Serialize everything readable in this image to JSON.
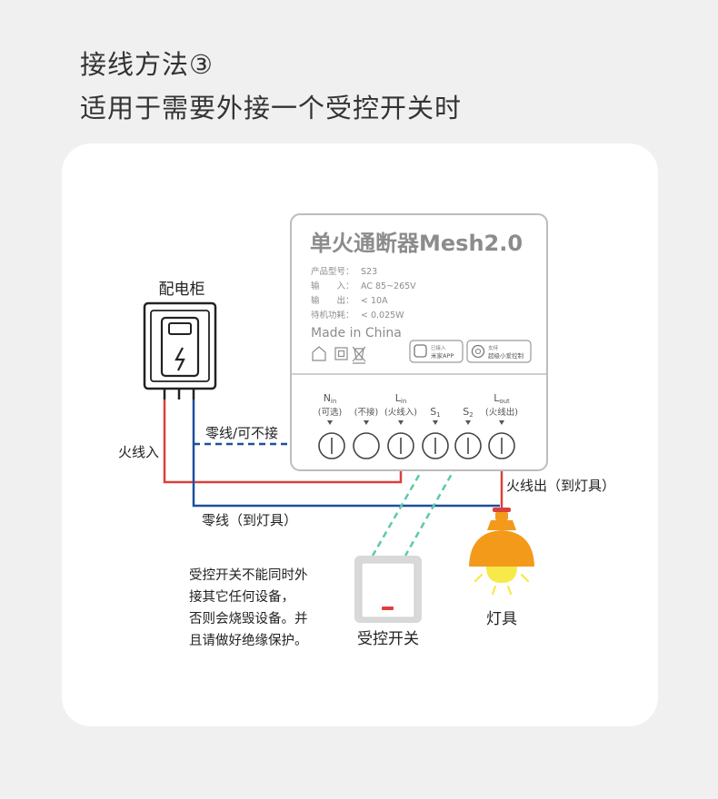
{
  "header": {
    "title": "接线方法③",
    "subtitle": "适用于需要外接一个受控开关时"
  },
  "module": {
    "title": "单火通断器Mesh2.0",
    "spec_model_label": "产品型号：",
    "spec_model_value": "S23",
    "spec_input_label": "输　　入：",
    "spec_input_value": "AC 85~265V",
    "spec_output_label": "输　　出：",
    "spec_output_value": "< 10A",
    "spec_standby_label": "待机功耗：",
    "spec_standby_value": "< 0.025W",
    "made_in": "Made in China",
    "badge_mi_line1": "已接入",
    "badge_mi_line2": "米家APP",
    "badge_ai_line1": "支持",
    "badge_ai_line2": "超级小爱控制",
    "terminals": {
      "n_main": "N",
      "n_sub": "in",
      "n_note": "(可选)",
      "blank_note": "(不接)",
      "lin_main": "L",
      "lin_sub": "in",
      "lin_note": "(火线入)",
      "s1_main": "S",
      "s1_sub": "1",
      "s2_main": "S",
      "s2_sub": "2",
      "lout_main": "L",
      "lout_sub": "out",
      "lout_note": "(火线出)"
    }
  },
  "labels": {
    "cabinet": "配电柜",
    "live_in": "火线入",
    "neutral_optional": "零线/可不接",
    "neutral_lamp": "零线（到灯具）",
    "live_out": "火线出（到灯具）",
    "switch": "受控开关",
    "lamp": "灯具"
  },
  "warning": {
    "line1": "受控开关不能同时外",
    "line2": "接其它任何设备，",
    "line3": "否则会烧毁设备。并",
    "line4": "且请做好绝缘保护。"
  },
  "colors": {
    "live_wire": "#d9413a",
    "neutral_wire": "#1f4f9c",
    "switch_wire": "#5ccaa8",
    "lamp_shade": "#f39a1b",
    "lamp_bulb": "#f7e94a",
    "switch_led": "#e0403a"
  }
}
